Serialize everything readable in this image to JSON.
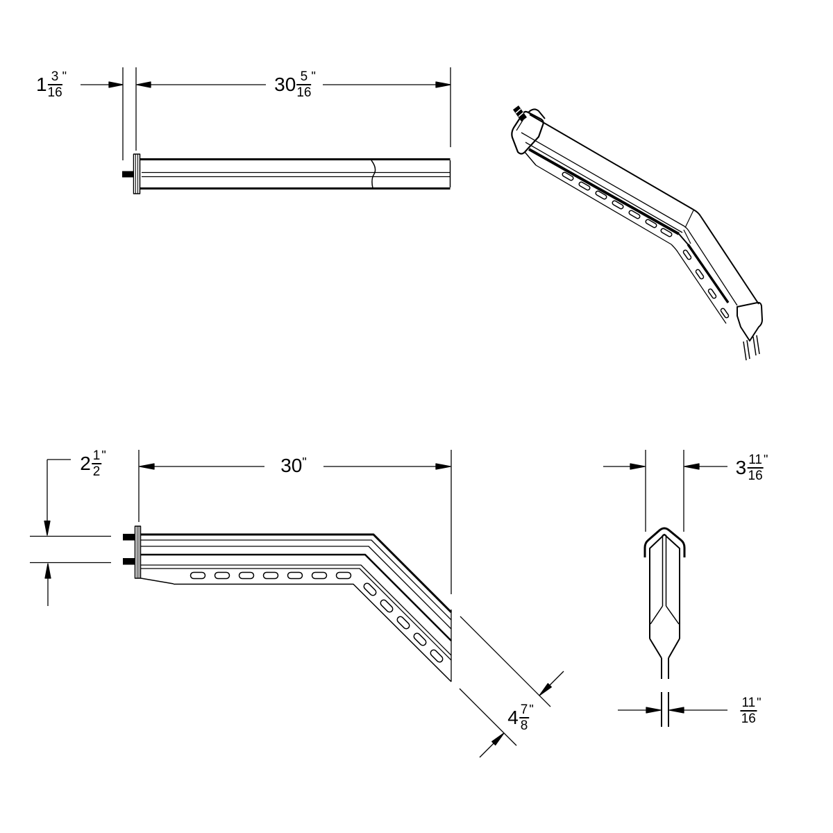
{
  "drawing": {
    "colors": {
      "line": "#000000",
      "background": "#ffffff"
    },
    "dimensions": {
      "bolt_offset": {
        "whole": "1",
        "numerator": "3",
        "denominator": "16",
        "unit": "\""
      },
      "top_length": {
        "whole": "30",
        "numerator": "5",
        "denominator": "16",
        "unit": "\""
      },
      "bolt_spacing": {
        "whole": "2",
        "numerator": "1",
        "denominator": "2",
        "unit": "\""
      },
      "side_length": {
        "whole": "30",
        "unit": "\""
      },
      "drop_width": {
        "whole": "4",
        "numerator": "7",
        "denominator": "8",
        "unit": "\""
      },
      "end_width": {
        "whole": "3",
        "numerator": "11",
        "denominator": "16",
        "unit": "\""
      },
      "material_thickness": {
        "numerator": "11",
        "denominator": "16",
        "unit": "\""
      }
    }
  }
}
